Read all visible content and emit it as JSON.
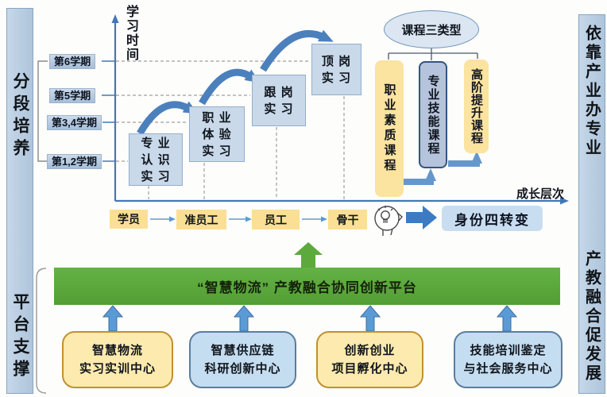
{
  "side_bars": {
    "left_top": "分段培养",
    "left_bottom": "平台支撑",
    "right_top": "依靠产业办专业",
    "right_bottom": "产教融合促发展"
  },
  "axes": {
    "y_label": "学习时间",
    "x_label": "成长层次"
  },
  "semesters": [
    "第6学期",
    "第5学期",
    "第3,4学期",
    "第1,2学期"
  ],
  "stairs": [
    {
      "lines": [
        "专 业",
        "认 识",
        "实 习"
      ]
    },
    {
      "lines": [
        "职 业",
        "体 验",
        "实 习"
      ]
    },
    {
      "lines": [
        "跟 岗",
        "实 习"
      ]
    },
    {
      "lines": [
        "顶 岗",
        "实 习"
      ]
    }
  ],
  "courses": {
    "title": "课程三类型",
    "items": [
      "职业素质课程",
      "专业技能课程",
      "高阶提升课程"
    ]
  },
  "growth": {
    "stages": [
      "学员",
      "准员工",
      "员工",
      "骨干"
    ],
    "result": "身份四转变",
    "icon": "idea-head-icon"
  },
  "platform": {
    "title": "“智慧物流” 产教融合协同创新平台"
  },
  "centers": [
    {
      "line1": "智慧物流",
      "line2": "实习实训中心",
      "style": "yellow"
    },
    {
      "line1": "智慧供应链",
      "line2": "科研创新中心",
      "style": "blue"
    },
    {
      "line1": "创新创业",
      "line2": "项目孵化中心",
      "style": "yellow"
    },
    {
      "line1": "技能培训鉴定",
      "line2": "与社会服务中心",
      "style": "blue"
    }
  ],
  "colors": {
    "sidebar_blue": "#bcd0e5",
    "stair_blue": "#c9d9ea",
    "arrow_blue": "#4b80bd",
    "axis_blue": "#4178b8",
    "course_yellow": "#fbe3a0",
    "course_blue": "#b5c3dc",
    "chip_yellow": "#fbdf94",
    "result_blue": "#c9ddf1",
    "platform_green": "#5caa3c",
    "center_yellow": "#fdeaae",
    "center_blue": "#c5ddf0"
  }
}
